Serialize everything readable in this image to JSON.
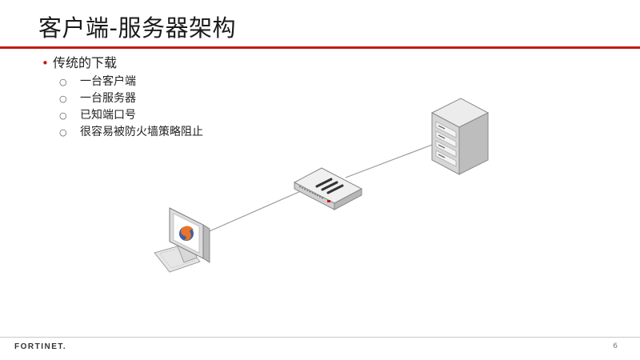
{
  "slide": {
    "title": "客户端-服务器架构",
    "bullet": "传统的下载",
    "subbullets": [
      "一台客户端",
      "一台服务器",
      "已知端口号",
      "很容易被防火墙策略阻止"
    ],
    "logo_text": "FORTINET.",
    "page_number": "6"
  },
  "colors": {
    "accent": "#c21b17",
    "text": "#222222",
    "line": "#9a9a9a"
  },
  "icons": {
    "client": "desktop-computer-firefox-icon",
    "firewall": "firewall-appliance-icon",
    "server": "server-tower-icon"
  }
}
